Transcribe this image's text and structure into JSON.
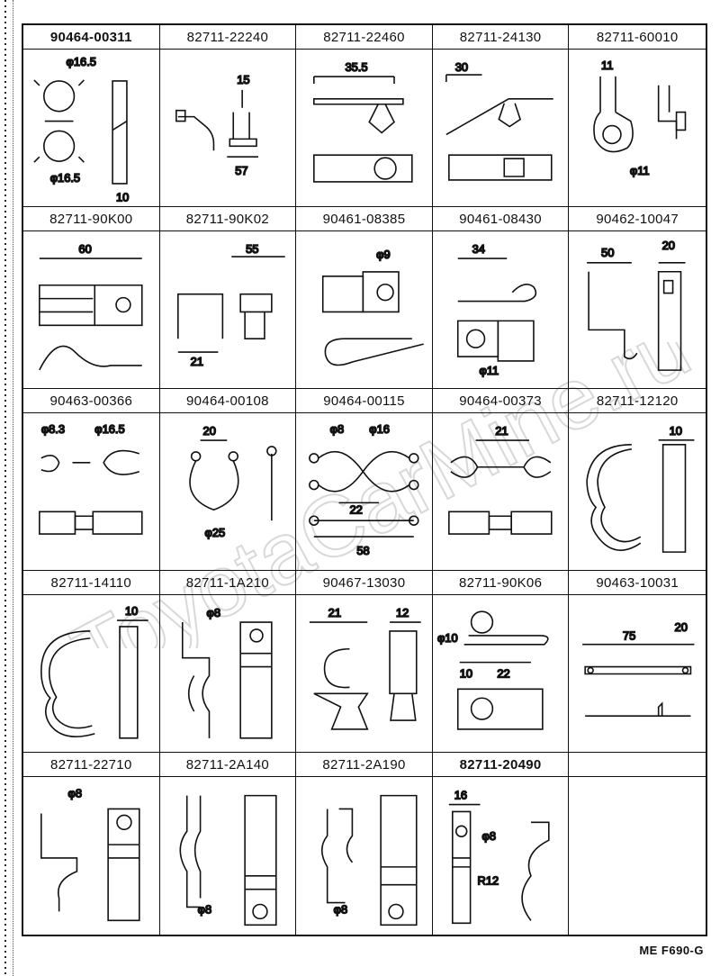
{
  "cells": [
    {
      "pn": "90464-00311",
      "bold": true,
      "icon": "double-clip-icon",
      "dims": [
        "φ16.5",
        "φ16.5",
        "10"
      ]
    },
    {
      "pn": "82711-22240",
      "icon": "clamp-icon",
      "dims": [
        "15",
        "57"
      ]
    },
    {
      "pn": "82711-22460",
      "icon": "push-clip-icon",
      "dims": [
        "35.5"
      ]
    },
    {
      "pn": "82711-24130",
      "icon": "angled-clip-icon",
      "dims": [
        "30"
      ]
    },
    {
      "pn": "82711-60010",
      "icon": "ring-clip-icon",
      "dims": [
        "11",
        "φ11"
      ]
    },
    {
      "pn": "82711-90K00",
      "icon": "flat-clip-icon",
      "dims": [
        "60"
      ]
    },
    {
      "pn": "82711-90K02",
      "icon": "u-clip-icon",
      "dims": [
        "55",
        "21"
      ]
    },
    {
      "pn": "90461-08385",
      "icon": "loop-clamp-icon",
      "dims": [
        "φ9"
      ]
    },
    {
      "pn": "90461-08430",
      "icon": "loop-clamp-icon",
      "dims": [
        "34",
        "φ11"
      ]
    },
    {
      "pn": "90462-10047",
      "icon": "bent-clip-icon",
      "dims": [
        "50",
        "20"
      ]
    },
    {
      "pn": "90463-00366",
      "icon": "double-clip-icon",
      "dims": [
        "φ8.3",
        "φ16.5"
      ]
    },
    {
      "pn": "90464-00108",
      "icon": "wire-clip-icon",
      "dims": [
        "20",
        "φ25"
      ]
    },
    {
      "pn": "90464-00115",
      "icon": "twin-wire-clip-icon",
      "dims": [
        "φ8",
        "φ16",
        "22",
        "58"
      ]
    },
    {
      "pn": "90464-00373",
      "icon": "double-clip-icon",
      "dims": [
        "21"
      ]
    },
    {
      "pn": "82711-12120",
      "icon": "cable-clamp-icon",
      "dims": [
        "10"
      ]
    },
    {
      "pn": "82711-14110",
      "icon": "cable-clamp-icon",
      "dims": [
        "10"
      ]
    },
    {
      "pn": "82711-1A210",
      "icon": "bracket-clip-icon",
      "dims": [
        "φ8"
      ]
    },
    {
      "pn": "90467-13030",
      "icon": "push-clip-icon",
      "dims": [
        "21",
        "12"
      ]
    },
    {
      "pn": "82711-90K06",
      "icon": "hook-clip-icon",
      "dims": [
        "φ10",
        "10",
        "22"
      ]
    },
    {
      "pn": "90463-10031",
      "icon": "strap-clip-icon",
      "dims": [
        "75",
        "20"
      ]
    },
    {
      "pn": "82711-22710",
      "icon": "bracket-clip-icon",
      "dims": [
        "φ8"
      ]
    },
    {
      "pn": "82711-2A140",
      "icon": "bracket-clip-icon",
      "dims": [
        "φ8"
      ]
    },
    {
      "pn": "82711-2A190",
      "icon": "bracket-clip-icon",
      "dims": [
        "φ8"
      ]
    },
    {
      "pn": "82711-20490",
      "icon": "bracket-clip-icon",
      "dims": [
        "16",
        "φ8",
        "R12"
      ]
    },
    {
      "pn": "",
      "icon": "",
      "dims": []
    }
  ],
  "footer": "ME F690-G",
  "watermark": "ToyotaCarMine.ru"
}
